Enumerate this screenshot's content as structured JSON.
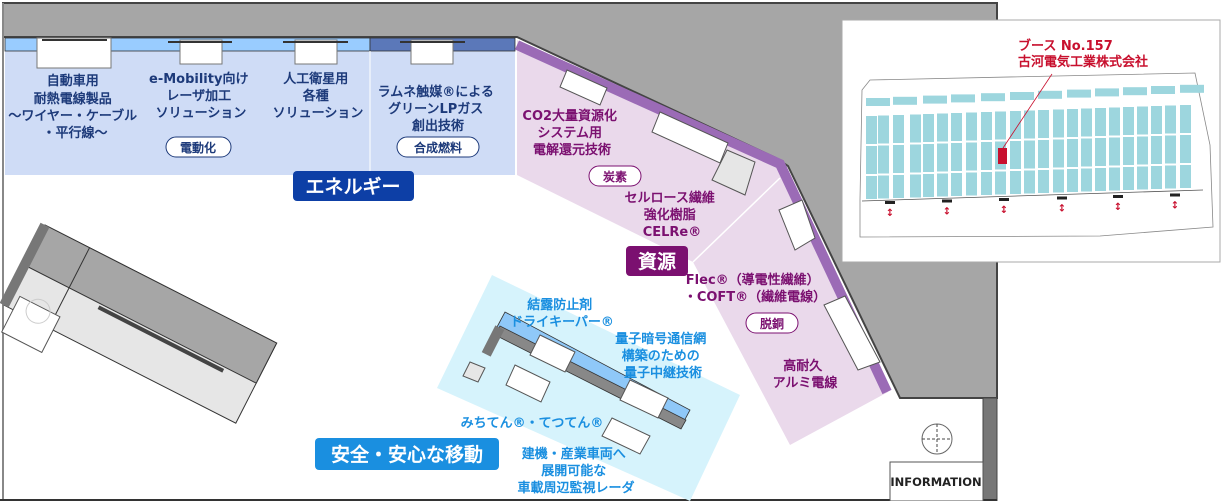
{
  "energy": {
    "title": "エネルギー",
    "exhibits": [
      {
        "lines": [
          "自動車用",
          "耐熱電線製品",
          "〜ワイヤー・ケーブル",
          "・平行線〜"
        ]
      },
      {
        "lines": [
          "e-Mobility向け",
          "レーザ加工",
          "ソリューション"
        ]
      },
      {
        "lines": [
          "人工衛星用",
          "各種",
          "ソリューション"
        ]
      },
      {
        "lines": [
          "ラムネ触媒®による",
          "グリーンLPガス",
          "創出技術"
        ]
      }
    ],
    "tags": [
      "電動化",
      "合成燃料"
    ]
  },
  "resources": {
    "title": "資源",
    "exhibits": [
      {
        "lines": [
          "CO2大量資源化",
          "システム用",
          "電解還元技術"
        ]
      },
      {
        "lines": [
          "セルロース繊維",
          "強化樹脂",
          "CELRe®"
        ]
      },
      {
        "lines": [
          "Flec®（導電性繊維）",
          "・COFT®（繊維電線）"
        ]
      },
      {
        "lines": [
          "高耐久",
          "アルミ電線"
        ]
      }
    ],
    "tags": [
      "炭素",
      "脱銅"
    ]
  },
  "safety": {
    "title": "安全・安心な移動",
    "exhibits": [
      {
        "lines": [
          "結露防止剤",
          "ドライキーパー®"
        ]
      },
      {
        "lines": [
          "量子暗号通信網",
          "構築のための",
          "量子中継技術"
        ]
      },
      {
        "lines": [
          "みちてん®・てつてん®"
        ]
      },
      {
        "lines": [
          "建機・産業車両へ",
          "展開可能な",
          "車載周辺監視レーダ"
        ]
      }
    ]
  },
  "information": "INFORMATION",
  "inset_map": {
    "booth": "ブース No.157",
    "company": "古河電気工業株式会社"
  },
  "colors": {
    "energy": "#0d3fa6",
    "resources": "#7b1070",
    "safety": "#1a8fe0",
    "highlight": "#c8102e"
  }
}
